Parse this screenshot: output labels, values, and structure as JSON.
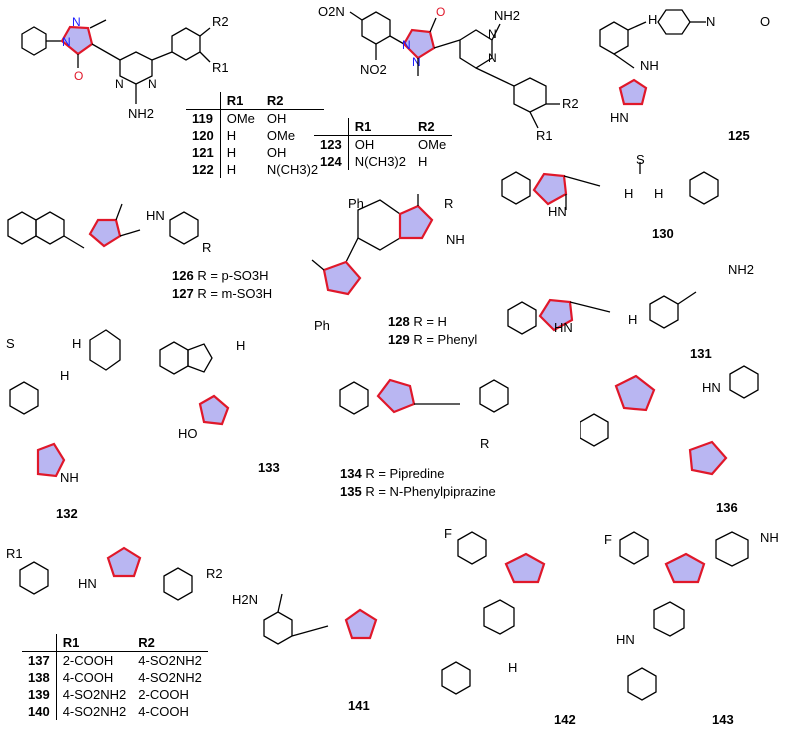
{
  "compounds": {
    "c119_122": {
      "table": {
        "headers": [
          "",
          "R1",
          "R2"
        ],
        "rows": [
          {
            "id": "119",
            "r1": "OMe",
            "r2": "OH"
          },
          {
            "id": "120",
            "r1": "H",
            "r2": "OMe"
          },
          {
            "id": "121",
            "r1": "H",
            "r2": "OH"
          },
          {
            "id": "122",
            "r1": "H",
            "r2": "N(CH3)2"
          }
        ]
      },
      "atoms": {
        "r1": "R1",
        "r2": "R2",
        "nh2": "NH2"
      }
    },
    "c123_124": {
      "table": {
        "headers": [
          "",
          "R1",
          "R2"
        ],
        "rows": [
          {
            "id": "123",
            "r1": "OH",
            "r2": "OMe"
          },
          {
            "id": "124",
            "r1": "N(CH3)2",
            "r2": "H"
          }
        ]
      },
      "atoms": {
        "no2_top": "O2N",
        "no2_bottom": "NO2",
        "nh2": "NH2",
        "r1": "R1",
        "r2": "R2"
      }
    },
    "c125": {
      "label": "125",
      "atoms": {
        "h1": "H",
        "nh": "NH",
        "n_morph": "N",
        "o_morph": "O",
        "hn": "HN"
      }
    },
    "c126_127": {
      "lines": [
        {
          "id": "126",
          "text": "R = p-SO3H"
        },
        {
          "id": "127",
          "text": "R = m-SO3H"
        }
      ],
      "atoms": {
        "hn": "HN",
        "r": "R"
      }
    },
    "c128_129": {
      "lines": [
        {
          "id": "128",
          "text": "R = H"
        },
        {
          "id": "129",
          "text": "R = Phenyl"
        }
      ],
      "atoms": {
        "ph_top": "Ph",
        "ph_bottom": "Ph",
        "r": "R",
        "nh": "NH"
      }
    },
    "c130": {
      "label": "130",
      "atoms": {
        "s": "S",
        "hn": "HN",
        "h1": "H",
        "h2": "H"
      }
    },
    "c131": {
      "label": "131",
      "atoms": {
        "so2nh2": "NH2",
        "h": "H",
        "hn": "HN"
      }
    },
    "c132": {
      "label": "132",
      "atoms": {
        "s": "S",
        "h1": "H",
        "h2": "H",
        "nh": "NH"
      }
    },
    "c133": {
      "label": "133",
      "atoms": {
        "h": "H",
        "ho": "HO"
      }
    },
    "c134_135": {
      "lines": [
        {
          "id": "134",
          "text": "R = Pipredine"
        },
        {
          "id": "135",
          "text": "R = N-Phenylpiprazine"
        }
      ],
      "atoms": {
        "r": "R"
      }
    },
    "c136": {
      "label": "136",
      "atoms": {
        "hn": "HN"
      }
    },
    "c137_140": {
      "table": {
        "headers": [
          "",
          "R1",
          "R2"
        ],
        "rows": [
          {
            "id": "137",
            "r1": "2-COOH",
            "r2": "4-SO2NH2"
          },
          {
            "id": "138",
            "r1": "4-COOH",
            "r2": "4-SO2NH2"
          },
          {
            "id": "139",
            "r1": "4-SO2NH2",
            "r2": "2-COOH"
          },
          {
            "id": "140",
            "r1": "4-SO2NH2",
            "r2": "4-COOH"
          }
        ]
      },
      "atoms": {
        "r1": "R1",
        "r2": "R2",
        "hn": "HN"
      }
    },
    "c141": {
      "label": "141",
      "atoms": {
        "h2n": "H2N"
      }
    },
    "c142": {
      "label": "142",
      "atoms": {
        "f": "F",
        "h": "H"
      }
    },
    "c143": {
      "label": "143",
      "atoms": {
        "f": "F",
        "hn": "HN",
        "nh": "NH"
      }
    }
  },
  "colors": {
    "pyrazole_fill": "#b9b6f2",
    "pyrazole_stroke": "#e0182a",
    "nitrogen": "#1a1aff",
    "oxygen": "#e0182a"
  }
}
